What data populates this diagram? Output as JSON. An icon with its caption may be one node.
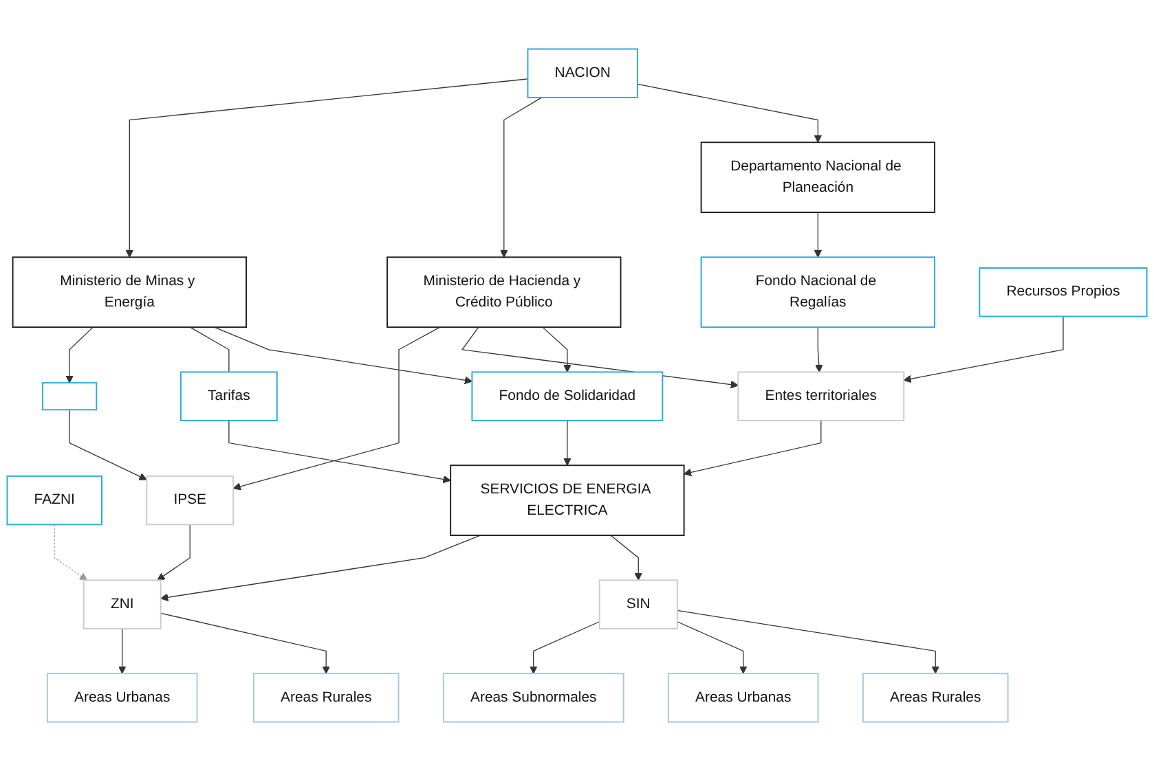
{
  "diagram": {
    "nodes": [
      {
        "text": [
          "NACION"
        ]
      },
      {
        "text": [
          "Departamento Nacional de Planeación"
        ]
      },
      {
        "text": [
          "Ministerio de Hacienda y Crédito Público"
        ]
      },
      {
        "text": [
          "Ministerio de Minas y Energía"
        ]
      },
      {
        "text": [
          "Fondo de Solidaridad"
        ]
      },
      {
        "text": [],
        "shape": "box"
      },
      {
        "text": [
          "Fondo Nacional de Regalías"
        ]
      },
      {
        "text": [
          "Recursos Propios"
        ]
      },
      {
        "text": [
          "Tarifas"
        ]
      },
      {
        "text": [
          "FAZNI"
        ]
      },
      {
        "text": [
          "Entes territoriales"
        ]
      },
      {
        "text": [
          "SERVICIOS DE ENERGIA ELECTRICA"
        ]
      },
      {
        "text": [
          "IPSE"
        ]
      },
      {
        "text": [
          "SIN"
        ]
      },
      {
        "text": [
          "ZNI"
        ]
      },
      {
        "text": [
          "Areas Rurales"
        ]
      },
      {
        "text": [
          "Areas Urbanas"
        ]
      },
      {
        "text": [
          "Areas Subnormales"
        ]
      },
      {
        "text": [
          "Areas Rurales"
        ]
      },
      {
        "text": [
          "Areas Urbanas"
        ]
      }
    ],
    "edges": [
      {
        "from": 0,
        "to": 1,
        "arrow": "to"
      },
      {
        "from": 0,
        "to": 2,
        "arrow": "to"
      },
      {
        "from": 0,
        "to": 3,
        "arrow": "to"
      },
      {
        "from": 1,
        "to": 6,
        "arrow": "to"
      },
      {
        "from": 2,
        "to": 4,
        "arrow": "to"
      },
      {
        "from": 2,
        "to": 10,
        "arrow": "to"
      },
      {
        "from": 2,
        "to": 12,
        "arrow": "to"
      },
      {
        "from": 3,
        "to": 4,
        "arrow": "to"
      },
      {
        "from": 3,
        "to": 8,
        "arrow": "none"
      },
      {
        "from": 8,
        "to": 11,
        "arrow": "to"
      },
      {
        "from": 3,
        "to": 5,
        "arrow": "to"
      },
      {
        "from": 5,
        "to": 12,
        "arrow": "to"
      },
      {
        "from": 6,
        "to": 10,
        "arrow": "to"
      },
      {
        "from": 7,
        "to": 10,
        "arrow": "to"
      },
      {
        "from": 4,
        "to": 11,
        "arrow": "to"
      },
      {
        "from": 10,
        "to": 11,
        "arrow": "to"
      },
      {
        "from": 11,
        "to": 13,
        "arrow": "to"
      },
      {
        "from": 11,
        "to": 14,
        "arrow": "to"
      },
      {
        "from": 12,
        "to": 14,
        "arrow": "to"
      },
      {
        "from": 9,
        "to": 14,
        "arrow": "to",
        "style": "dashed",
        "color": "#999999"
      },
      {
        "from": 13,
        "to": 15,
        "arrow": "to"
      },
      {
        "from": 13,
        "to": 16,
        "arrow": "to"
      },
      {
        "from": 13,
        "to": 17,
        "arrow": "to"
      },
      {
        "from": 14,
        "to": 18,
        "arrow": "to"
      },
      {
        "from": 14,
        "to": 19,
        "arrow": "to"
      }
    ]
  }
}
